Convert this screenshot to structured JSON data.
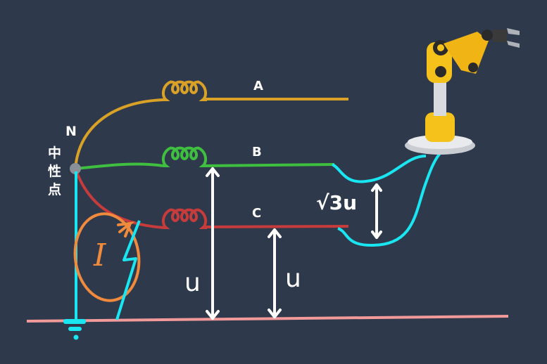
{
  "labels": {
    "phase_a": "A",
    "phase_b": "B",
    "phase_c": "C",
    "neutral": "N",
    "neutral_point": [
      "中",
      "性",
      "点"
    ],
    "current": "I",
    "phase_voltage_1": "u",
    "phase_voltage_2": "u",
    "line_voltage": "√3u"
  },
  "colors": {
    "background": "#2f394c",
    "phase_a": "#d9a227",
    "phase_b": "#3fbf3f",
    "phase_c": "#c63b3b",
    "ground_line": "#f2999a",
    "wire": "#19e6f0",
    "current_loop": "#f08a3c"
  }
}
